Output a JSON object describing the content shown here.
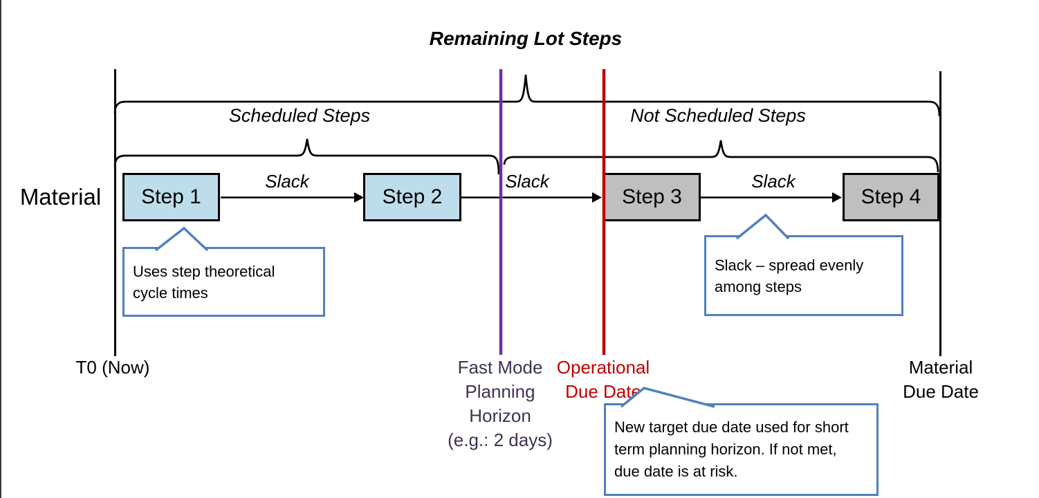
{
  "title": "Remaining Lot Steps",
  "lane_label": "Material",
  "sections": {
    "scheduled_label": "Scheduled Steps",
    "not_scheduled_label": "Not Scheduled Steps"
  },
  "steps": [
    {
      "label": "Step 1",
      "status": "scheduled"
    },
    {
      "label": "Step 2",
      "status": "scheduled"
    },
    {
      "label": "Step 3",
      "status": "not_scheduled"
    },
    {
      "label": "Step 4",
      "status": "not_scheduled"
    }
  ],
  "slack_labels": [
    "Slack",
    "Slack",
    "Slack"
  ],
  "milestones": {
    "t0_label": "T0 (Now)",
    "fast_mode_lines": [
      "Fast Mode",
      "Planning",
      "Horizon",
      "(e.g.: 2 days)"
    ],
    "operational_lines": [
      "Operational",
      "Due Date"
    ],
    "material_due_lines": [
      "Material",
      "Due Date"
    ]
  },
  "callouts": [
    {
      "lines": [
        "Uses step theoretical",
        "cycle times"
      ]
    },
    {
      "lines": [
        "Slack – spread evenly",
        "among steps"
      ]
    },
    {
      "lines": [
        "New target due date used for short",
        "term planning horizon. If not met,",
        "due date is at risk."
      ]
    }
  ],
  "colors": {
    "scheduled_step_fill": "#bdddea",
    "not_scheduled_step_fill": "#bfbfbf",
    "callout_border": "#4f81bd",
    "fast_mode_line": "#7030a0",
    "operational_line": "#c00000",
    "fast_mode_text": "#403152",
    "operational_text": "#c00000"
  }
}
